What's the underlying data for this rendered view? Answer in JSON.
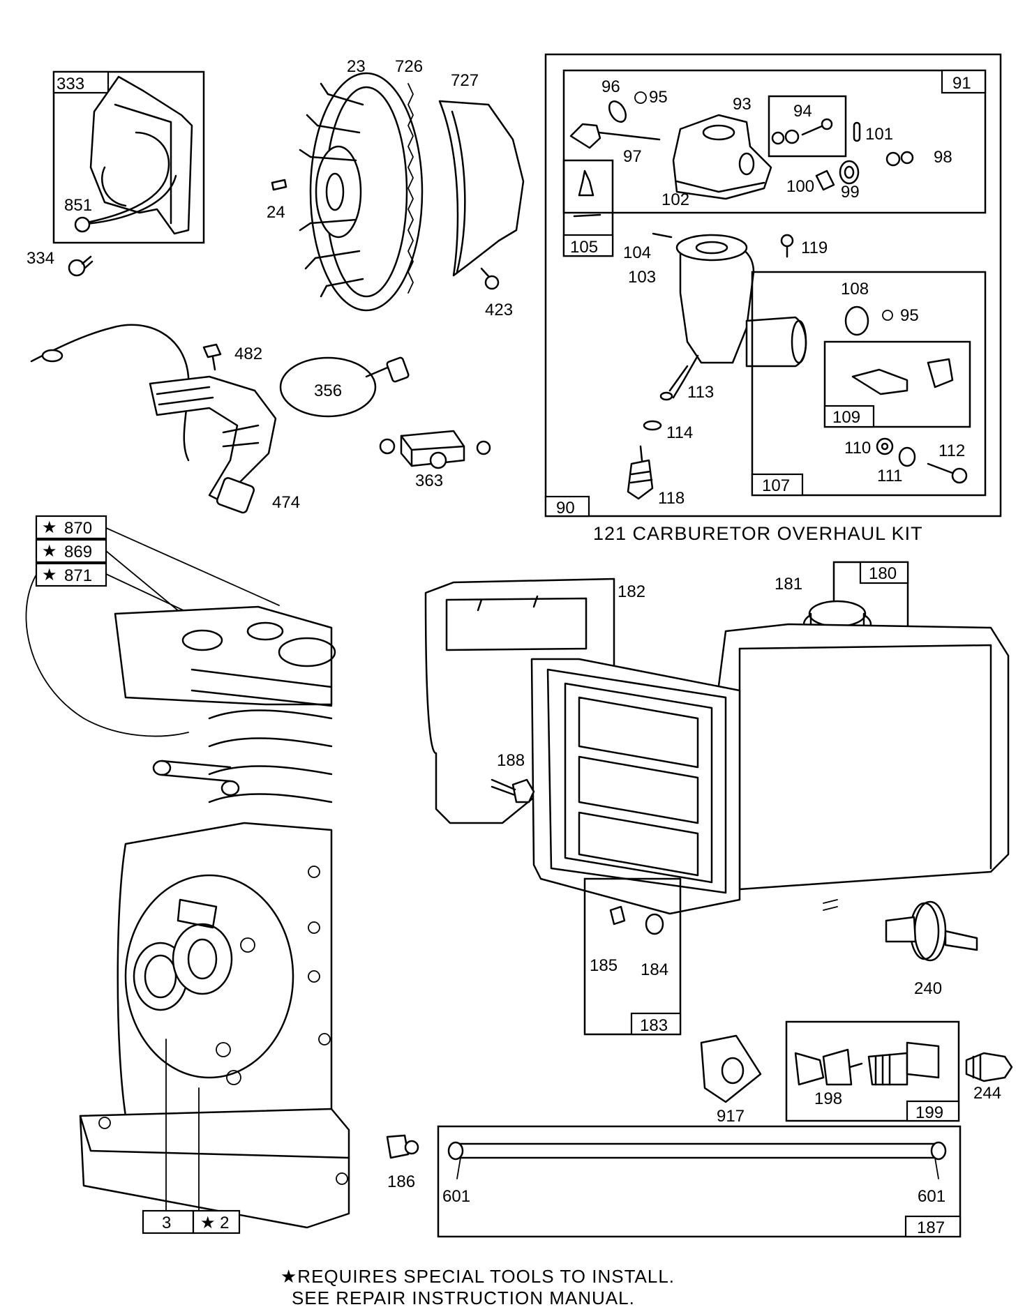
{
  "labels": {
    "p333": "333",
    "p851": "851",
    "p334": "334",
    "p23": "23",
    "p726": "726",
    "p727": "727",
    "p24": "24",
    "p423": "423",
    "p482": "482",
    "p356": "356",
    "p474": "474",
    "p363": "363",
    "p90": "90",
    "p91": "91",
    "p96": "96",
    "p95a": "95",
    "p93": "93",
    "p94": "94",
    "p101": "101",
    "p97": "97",
    "p98": "98",
    "p100": "100",
    "p99": "99",
    "p102": "102",
    "p105": "105",
    "p104": "104",
    "p119": "119",
    "p103": "103",
    "p108": "108",
    "p95b": "95",
    "p113": "113",
    "p109": "109",
    "p114": "114",
    "p110": "110",
    "p112": "112",
    "p111": "111",
    "p118": "118",
    "p107": "107",
    "p870": "870",
    "p869": "869",
    "p871": "871",
    "star": "★",
    "p182": "182",
    "p181": "181",
    "p180": "180",
    "p188": "188",
    "p240": "240",
    "p185": "185",
    "p184": "184",
    "p183": "183",
    "p198": "198",
    "p199": "199",
    "p244": "244",
    "p917": "917",
    "p186": "186",
    "p601a": "601",
    "p601b": "601",
    "p187": "187",
    "p3": "3",
    "p2": "★ 2"
  },
  "kit_caption": "121 CARBURETOR OVERHAUL KIT",
  "footnote": {
    "line1": "★REQUIRES SPECIAL TOOLS TO INSTALL.",
    "line2": "SEE REPAIR INSTRUCTION MANUAL."
  }
}
